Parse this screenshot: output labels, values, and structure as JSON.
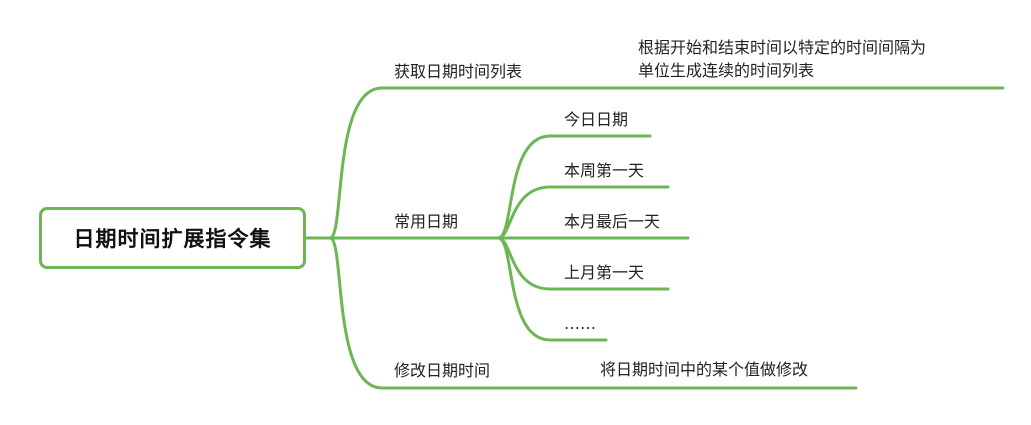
{
  "root": {
    "label": "日期时间扩展指令集"
  },
  "branches": [
    {
      "id": "get-range",
      "label": "获取日期时间列表",
      "note_lines": [
        "根据开始和结束时间以特定的时间间隔为",
        "单位生成连续的时间列表"
      ]
    },
    {
      "id": "common-dates",
      "label": "常用日期",
      "children": [
        {
          "label": "今日日期"
        },
        {
          "label": "本周第一天"
        },
        {
          "label": "本月最后一天"
        },
        {
          "label": "上月第一天"
        },
        {
          "label": "……"
        }
      ]
    },
    {
      "id": "modify",
      "label": "修改日期时间",
      "note_lines": [
        "将日期时间中的某个值做修改"
      ]
    }
  ],
  "colors": {
    "line": "#6cb655",
    "text": "#222222"
  }
}
